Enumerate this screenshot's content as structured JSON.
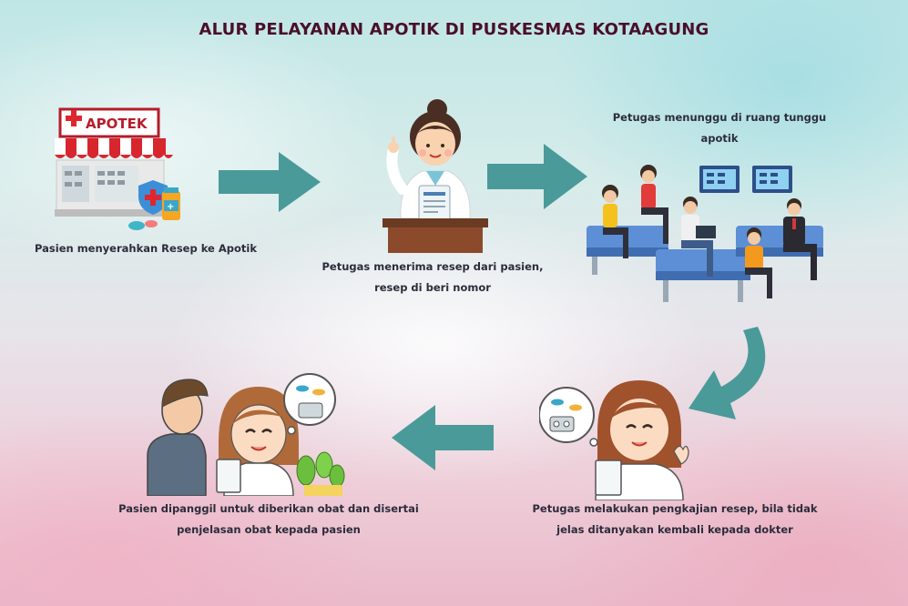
{
  "title": "ALUR PELAYANAN APOTIK DI PUSKESMAS KOTAAGUNG",
  "colors": {
    "title": "#4a0f2a",
    "arrow": "#4a9a9a",
    "caption": "#2c2c3a"
  },
  "steps": [
    {
      "id": 1,
      "illustration": "pharmacy-storefront",
      "sign_text": "APOTEK",
      "caption_lines": [
        "Pasien menyerahkan Resep ke Apotik"
      ]
    },
    {
      "id": 2,
      "illustration": "pharmacist-at-counter",
      "caption_lines": [
        "Petugas menerima resep dari pasien,",
        "resep di beri nomor"
      ]
    },
    {
      "id": 3,
      "illustration": "waiting-room",
      "caption_lines": [
        "Petugas menunggu di ruang tunggu",
        "apotik"
      ]
    },
    {
      "id": 4,
      "illustration": "pharmacist-reviewing-prescription",
      "caption_lines": [
        "Petugas melakukan pengkajian resep, bila tidak",
        "jelas ditanyakan kembali kepada dokter"
      ]
    },
    {
      "id": 5,
      "illustration": "pharmacist-explaining-to-patient",
      "caption_lines": [
        "Pasien dipanggil untuk diberikan obat dan disertai",
        "penjelasan obat kepada pasien"
      ]
    }
  ],
  "arrows": [
    {
      "from": 1,
      "to": 2,
      "direction": "right"
    },
    {
      "from": 2,
      "to": 3,
      "direction": "right"
    },
    {
      "from": 3,
      "to": 4,
      "direction": "curved-down-left"
    },
    {
      "from": 4,
      "to": 5,
      "direction": "left"
    }
  ]
}
